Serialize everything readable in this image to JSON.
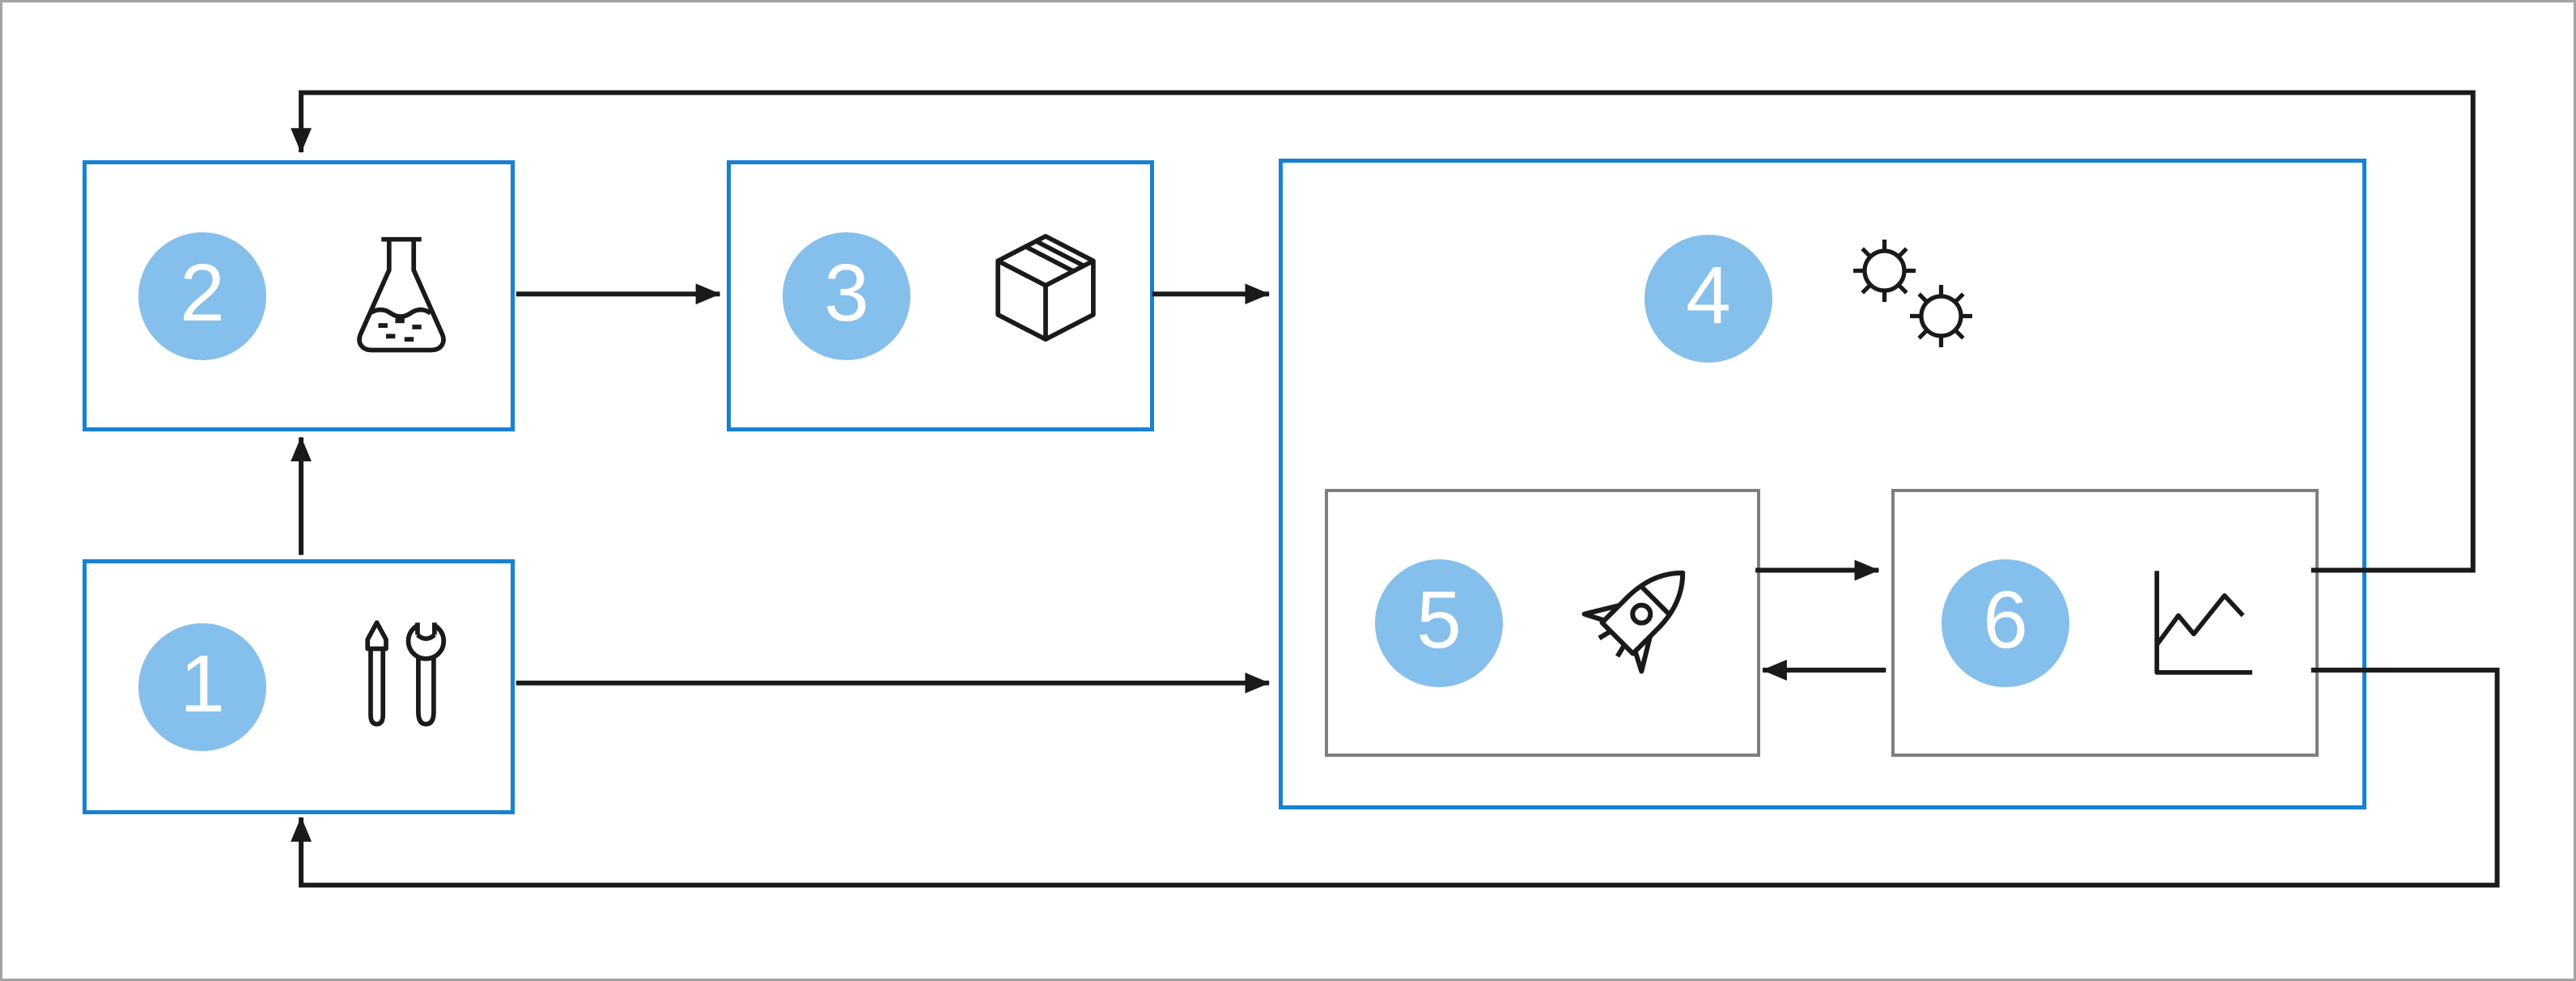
{
  "diagram": {
    "kind": "numbered-process-flow-diagram",
    "boxes": {
      "box1": {
        "number": "1",
        "icon": "tools-icon"
      },
      "box2": {
        "number": "2",
        "icon": "flask-icon"
      },
      "box3": {
        "number": "3",
        "icon": "package-box-icon"
      },
      "box4": {
        "number": "4",
        "icon": "microbes-icon"
      },
      "box5": {
        "number": "5",
        "icon": "rocket-icon"
      },
      "box6": {
        "number": "6",
        "icon": "line-chart-icon"
      }
    },
    "edges": [
      {
        "from": "box1",
        "to": "box2",
        "style": "arrow"
      },
      {
        "from": "box2",
        "to": "box3",
        "style": "arrow"
      },
      {
        "from": "box3",
        "to": "box4",
        "style": "arrow"
      },
      {
        "from": "box1",
        "to": "box4",
        "style": "arrow"
      },
      {
        "from": "box5",
        "to": "box6",
        "style": "arrow"
      },
      {
        "from": "box6",
        "to": "box5",
        "style": "arrow"
      },
      {
        "from": "box6",
        "to": "box2",
        "style": "feedback-loop-top"
      },
      {
        "from": "box6",
        "to": "box1",
        "style": "feedback-loop-bottom"
      }
    ],
    "colors": {
      "outer_box_border": "#1781d2",
      "inner_box_border": "#7f7f7f",
      "number_badge_fill": "#85bfeb",
      "number_text": "#ffffff",
      "arrow": "#1a1a1a",
      "frame_border": "#a3a3a3",
      "background": "#ffffff"
    }
  }
}
